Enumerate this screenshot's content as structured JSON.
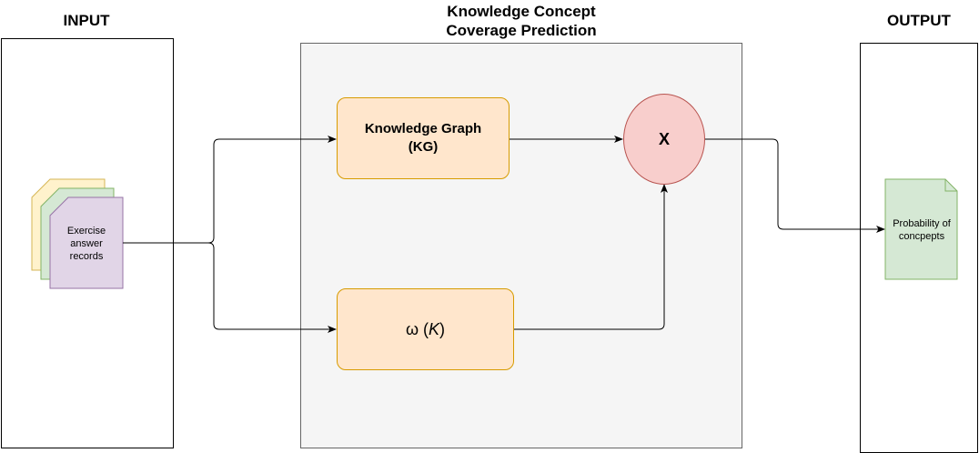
{
  "headings": {
    "input": "INPUT",
    "center_line1": "Knowledge Concept",
    "center_line2": "Coverage Prediction",
    "output": "OUTPUT"
  },
  "nodes": {
    "exercise_records": "Exercise answer records",
    "knowledge_graph_line1": "Knowledge Graph",
    "knowledge_graph_line2": "(KG)",
    "omega_symbol": "ω (",
    "omega_arg": "K",
    "omega_close": ")",
    "multiply": "X",
    "probability": "Probability of concpepts"
  },
  "colors": {
    "orange_fill": "#ffe6cc",
    "orange_stroke": "#d79b00",
    "red_fill": "#f8cecc",
    "red_stroke": "#b85450",
    "green_fill": "#d5e8d4",
    "green_stroke": "#82b366",
    "yellow_fill": "#fff2cc",
    "yellow_stroke": "#d6b656",
    "purple_fill": "#e1d5e7",
    "purple_stroke": "#9673a6",
    "center_fill": "#f5f5f5"
  }
}
